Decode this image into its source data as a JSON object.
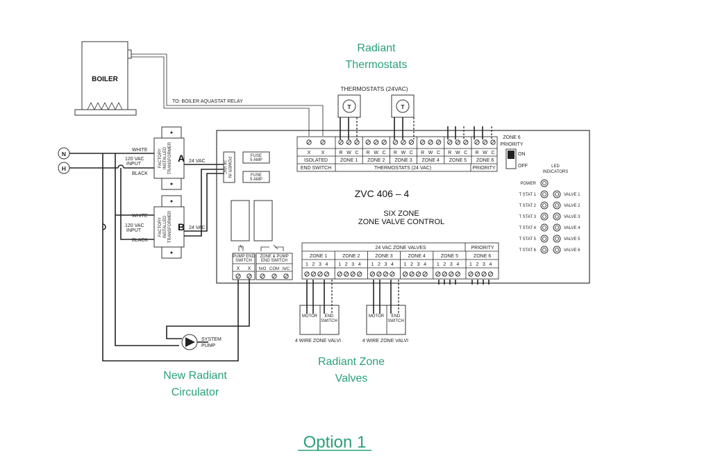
{
  "annotations": {
    "radiant_thermostats_line1": "Radiant",
    "radiant_thermostats_line2": "Thermostats",
    "radiant_zone_valves_line1": "Radiant Zone",
    "radiant_zone_valves_line2": "Valves",
    "new_radiant_circulator_line1": "New Radiant",
    "new_radiant_circulator_line2": "Circulator",
    "option": "Option 1"
  },
  "boiler": {
    "label": "BOILER",
    "aquastat_label": "TO: BOILER AQUASTAT RELAY"
  },
  "power": {
    "neutral": "N",
    "hot": "H"
  },
  "transformers": [
    {
      "id": "A",
      "white": "WHITE",
      "input_line1": "120 VAC",
      "input_line2": "INPUT",
      "black": "BLACK",
      "body_line1": "FACTORY",
      "body_line2": "INSTALLED",
      "body_line3": "TRANSFORMER",
      "output": "24 VAC"
    },
    {
      "id": "B",
      "white": "WHITE",
      "input_line1": "120 VAC",
      "input_line2": "INPUT",
      "black": "BLACK",
      "body_line1": "FACTORY",
      "body_line2": "INSTALLED",
      "body_line3": "TRANSFORMER",
      "output": "24 VAC"
    }
  ],
  "control": {
    "model": "ZVC 406 – 4",
    "subtitle_line1": "SIX ZONE",
    "subtitle_line2": "ZONE VALVE CONTROL",
    "power_in_line1": "POWER IN",
    "power_in_line2": "24 VAC",
    "fuse1_line1": "FUSE",
    "fuse1_line2": "5 AMP",
    "fuse2_line1": "FUSE",
    "fuse2_line2": "5 AMP",
    "thermostats_label": "THERMOSTATS (24VAC)",
    "thermostat_symbol": "T",
    "isolated_end_switch": {
      "terminals": [
        "X",
        "X"
      ],
      "line1": "ISOLATED",
      "line2": "END SWITCH"
    },
    "thermostat_terminal_letters": [
      "R",
      "W",
      "C"
    ],
    "thermostat_zones": [
      "ZONE 1",
      "ZONE 2",
      "ZONE 3",
      "ZONE 4",
      "ZONE 5",
      "ZONE 6"
    ],
    "thermostat_bottom_label": "THERMOSTATS (24 VAC)",
    "priority_label": "PRIORITY",
    "zone6_priority": {
      "line1": "ZONE 6",
      "line2": "PRIORITY",
      "on": "ON",
      "off": "OFF"
    },
    "led": {
      "title_line1": "LED",
      "title_line2": "INDICATORS",
      "power": "POWER",
      "tstats": [
        "T STAT 1",
        "T STAT 2",
        "T STAT 3",
        "T STAT 4",
        "T STAT 5",
        "T STAT 6"
      ],
      "valves": [
        "VALVE 1",
        "VALVE 2",
        "VALVE 3",
        "VALVE 4",
        "VALVE 5",
        "VALVE 6"
      ]
    },
    "valve_header": "24 VAC ZONE VALVES",
    "valve_priority": "PRIORITY",
    "valve_zones": [
      "ZONE 1",
      "ZONE 2",
      "ZONE 3",
      "ZONE 4",
      "ZONE 5",
      "ZONE 6"
    ],
    "valve_terminal_numbers": [
      "1",
      "2",
      "3",
      "4"
    ],
    "pump_end_switch_line1": "PUMP END",
    "pump_end_switch_line2": "SWITCH",
    "zone_pump_end_switch_line1": "ZONE & PUMP",
    "zone_pump_end_switch_line2": "END SWITCH",
    "pump_terminals": [
      "X",
      "X"
    ],
    "nc_terminals": [
      "N/O",
      "COM",
      "N/C"
    ]
  },
  "valves": [
    {
      "motor": "MOTOR",
      "end_switch_line1": "END",
      "end_switch_line2": "SWITCH",
      "label": "4 WIRE ZONE VALVI"
    },
    {
      "motor": "MOTOR",
      "end_switch_line1": "END",
      "end_switch_line2": "SWITCH",
      "label": "4 WIRE ZONE VALVI"
    }
  ],
  "pump": {
    "line1": "SYSTEM",
    "line2": "PUMP"
  }
}
